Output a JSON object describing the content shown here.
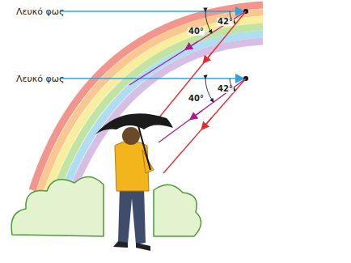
{
  "diagram": {
    "labels": [
      "Λευκό φως",
      "40°",
      "42°",
      "Λευκό φως",
      "40°",
      "42°"
    ]
  }
}
